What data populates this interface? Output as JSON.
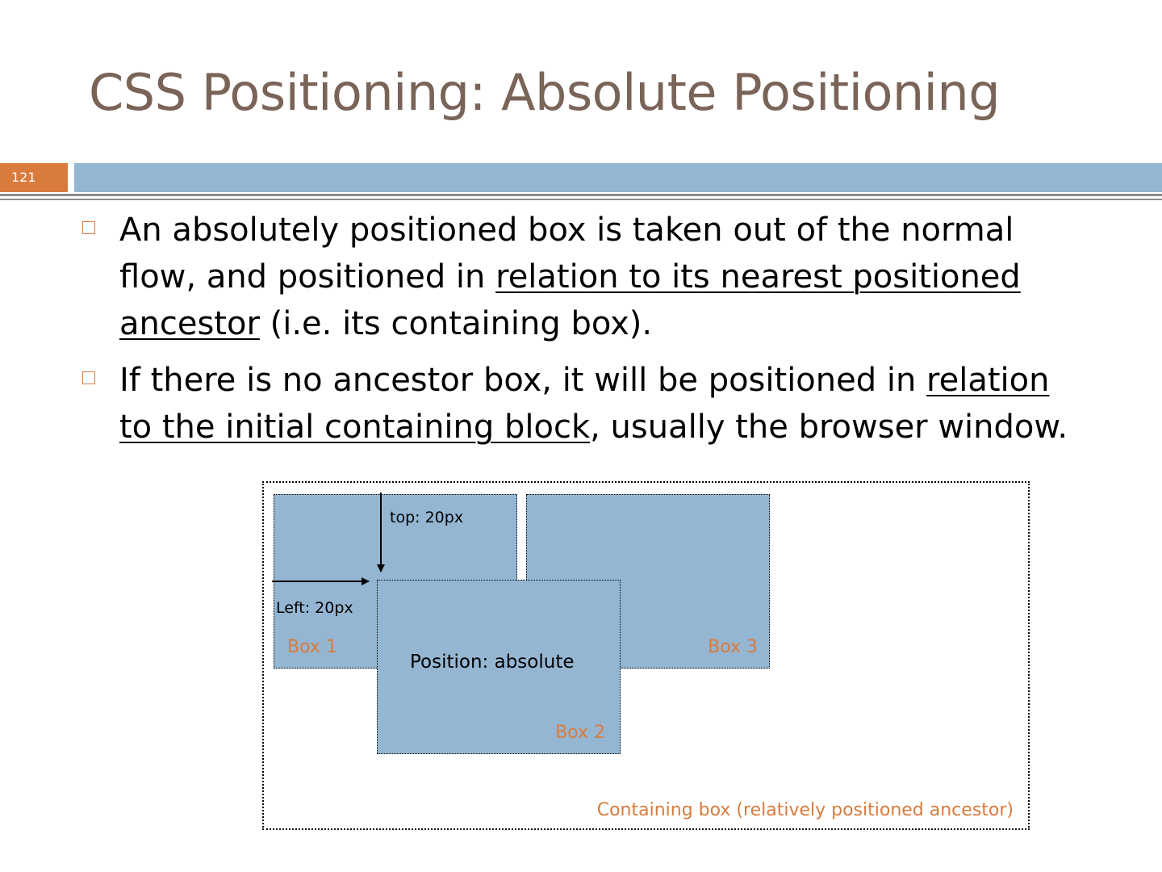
{
  "slide": {
    "title": "CSS Positioning: Absolute Positioning",
    "number": "121"
  },
  "bullets": [
    {
      "lines": [
        {
          "parts": [
            "An absolutely positioned box is taken out of the normal"
          ]
        },
        {
          "parts": [
            "flow, and positioned in ",
            "relation to its nearest positioned"
          ]
        },
        {
          "parts": [
            "ancestor",
            " (i.e. its containing box)."
          ]
        }
      ]
    },
    {
      "lines": [
        {
          "parts": [
            "If there is no ancestor box, it will be positioned in ",
            "relation"
          ]
        },
        {
          "parts": [
            "to the initial containing block",
            ", usually the browser window."
          ]
        }
      ]
    }
  ],
  "diagram": {
    "box1_label": "Box 1",
    "box2_label": "Box 2",
    "box3_label": "Box 3",
    "position_text": "Position: absolute",
    "top_annotation": "top: 20px",
    "left_annotation": "Left: 20px",
    "containing_label": "Containing box (relatively positioned ancestor)"
  },
  "colors": {
    "title": "#7a6357",
    "accent": "#d97b3d",
    "bar": "#94b6d2",
    "box_fill": "#94b6d2"
  }
}
